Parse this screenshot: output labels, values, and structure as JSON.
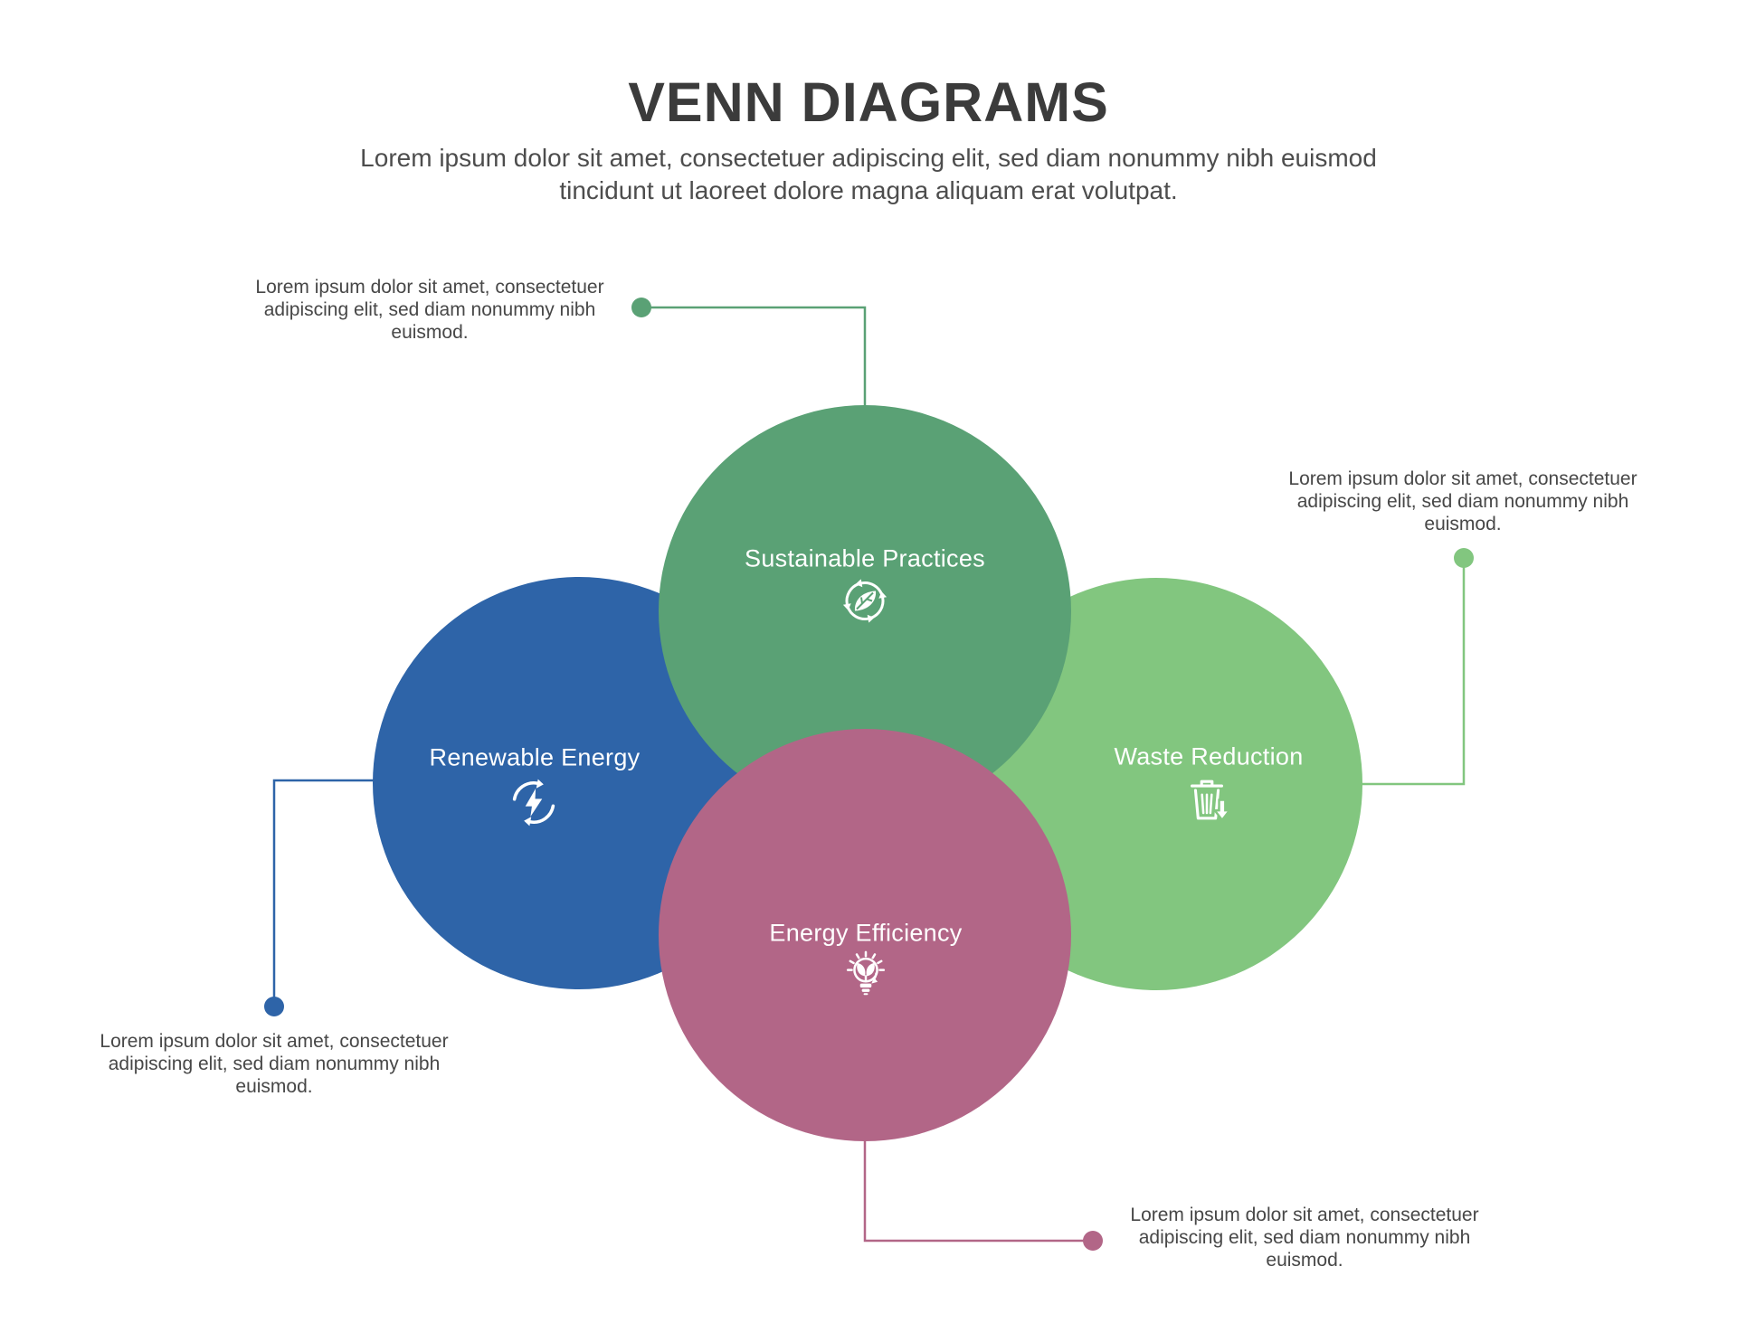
{
  "page": {
    "title": "VENN DIAGRAMS",
    "subtitle": "Lorem ipsum dolor sit amet, consectetuer adipiscing elit, sed diam nonummy nibh euismod tincidunt ut laoreet dolore magna aliquam erat volutpat.",
    "background_color": "#ffffff",
    "title_color": "#3b3b3b",
    "body_text_color": "#4d4d4d"
  },
  "venn": {
    "circles": [
      {
        "id": "sustainable-practices",
        "label": "Sustainable Practices",
        "color": "#5AA175",
        "icon": "leaf-cycle-icon"
      },
      {
        "id": "renewable-energy",
        "label": "Renewable Energy",
        "color": "#2E64A8",
        "icon": "energy-cycle-icon"
      },
      {
        "id": "waste-reduction",
        "label": "Waste Reduction",
        "color": "#82C67F",
        "icon": "trash-arrow-icon"
      },
      {
        "id": "energy-efficiency",
        "label": "Energy Efficiency",
        "color": "#B26687",
        "icon": "eco-bulb-icon"
      }
    ],
    "callouts": [
      {
        "id": "callout-sustainable",
        "position": "top-left",
        "color": "#5AA175",
        "text": "Lorem ipsum dolor sit amet, consectetuer adipiscing elit, sed diam nonummy nibh euismod."
      },
      {
        "id": "callout-waste",
        "position": "right",
        "color": "#82C67F",
        "text": "Lorem ipsum dolor sit amet, consectetuer adipiscing elit, sed diam nonummy nibh euismod."
      },
      {
        "id": "callout-renewable",
        "position": "bottom-left",
        "color": "#2E64A8",
        "text": "Lorem ipsum dolor sit amet, consectetuer adipiscing elit, sed diam nonummy nibh euismod."
      },
      {
        "id": "callout-efficiency",
        "position": "bottom-right",
        "color": "#B26687",
        "text": "Lorem ipsum dolor sit amet, consectetuer adipiscing elit, sed diam nonummy nibh euismod."
      }
    ]
  }
}
